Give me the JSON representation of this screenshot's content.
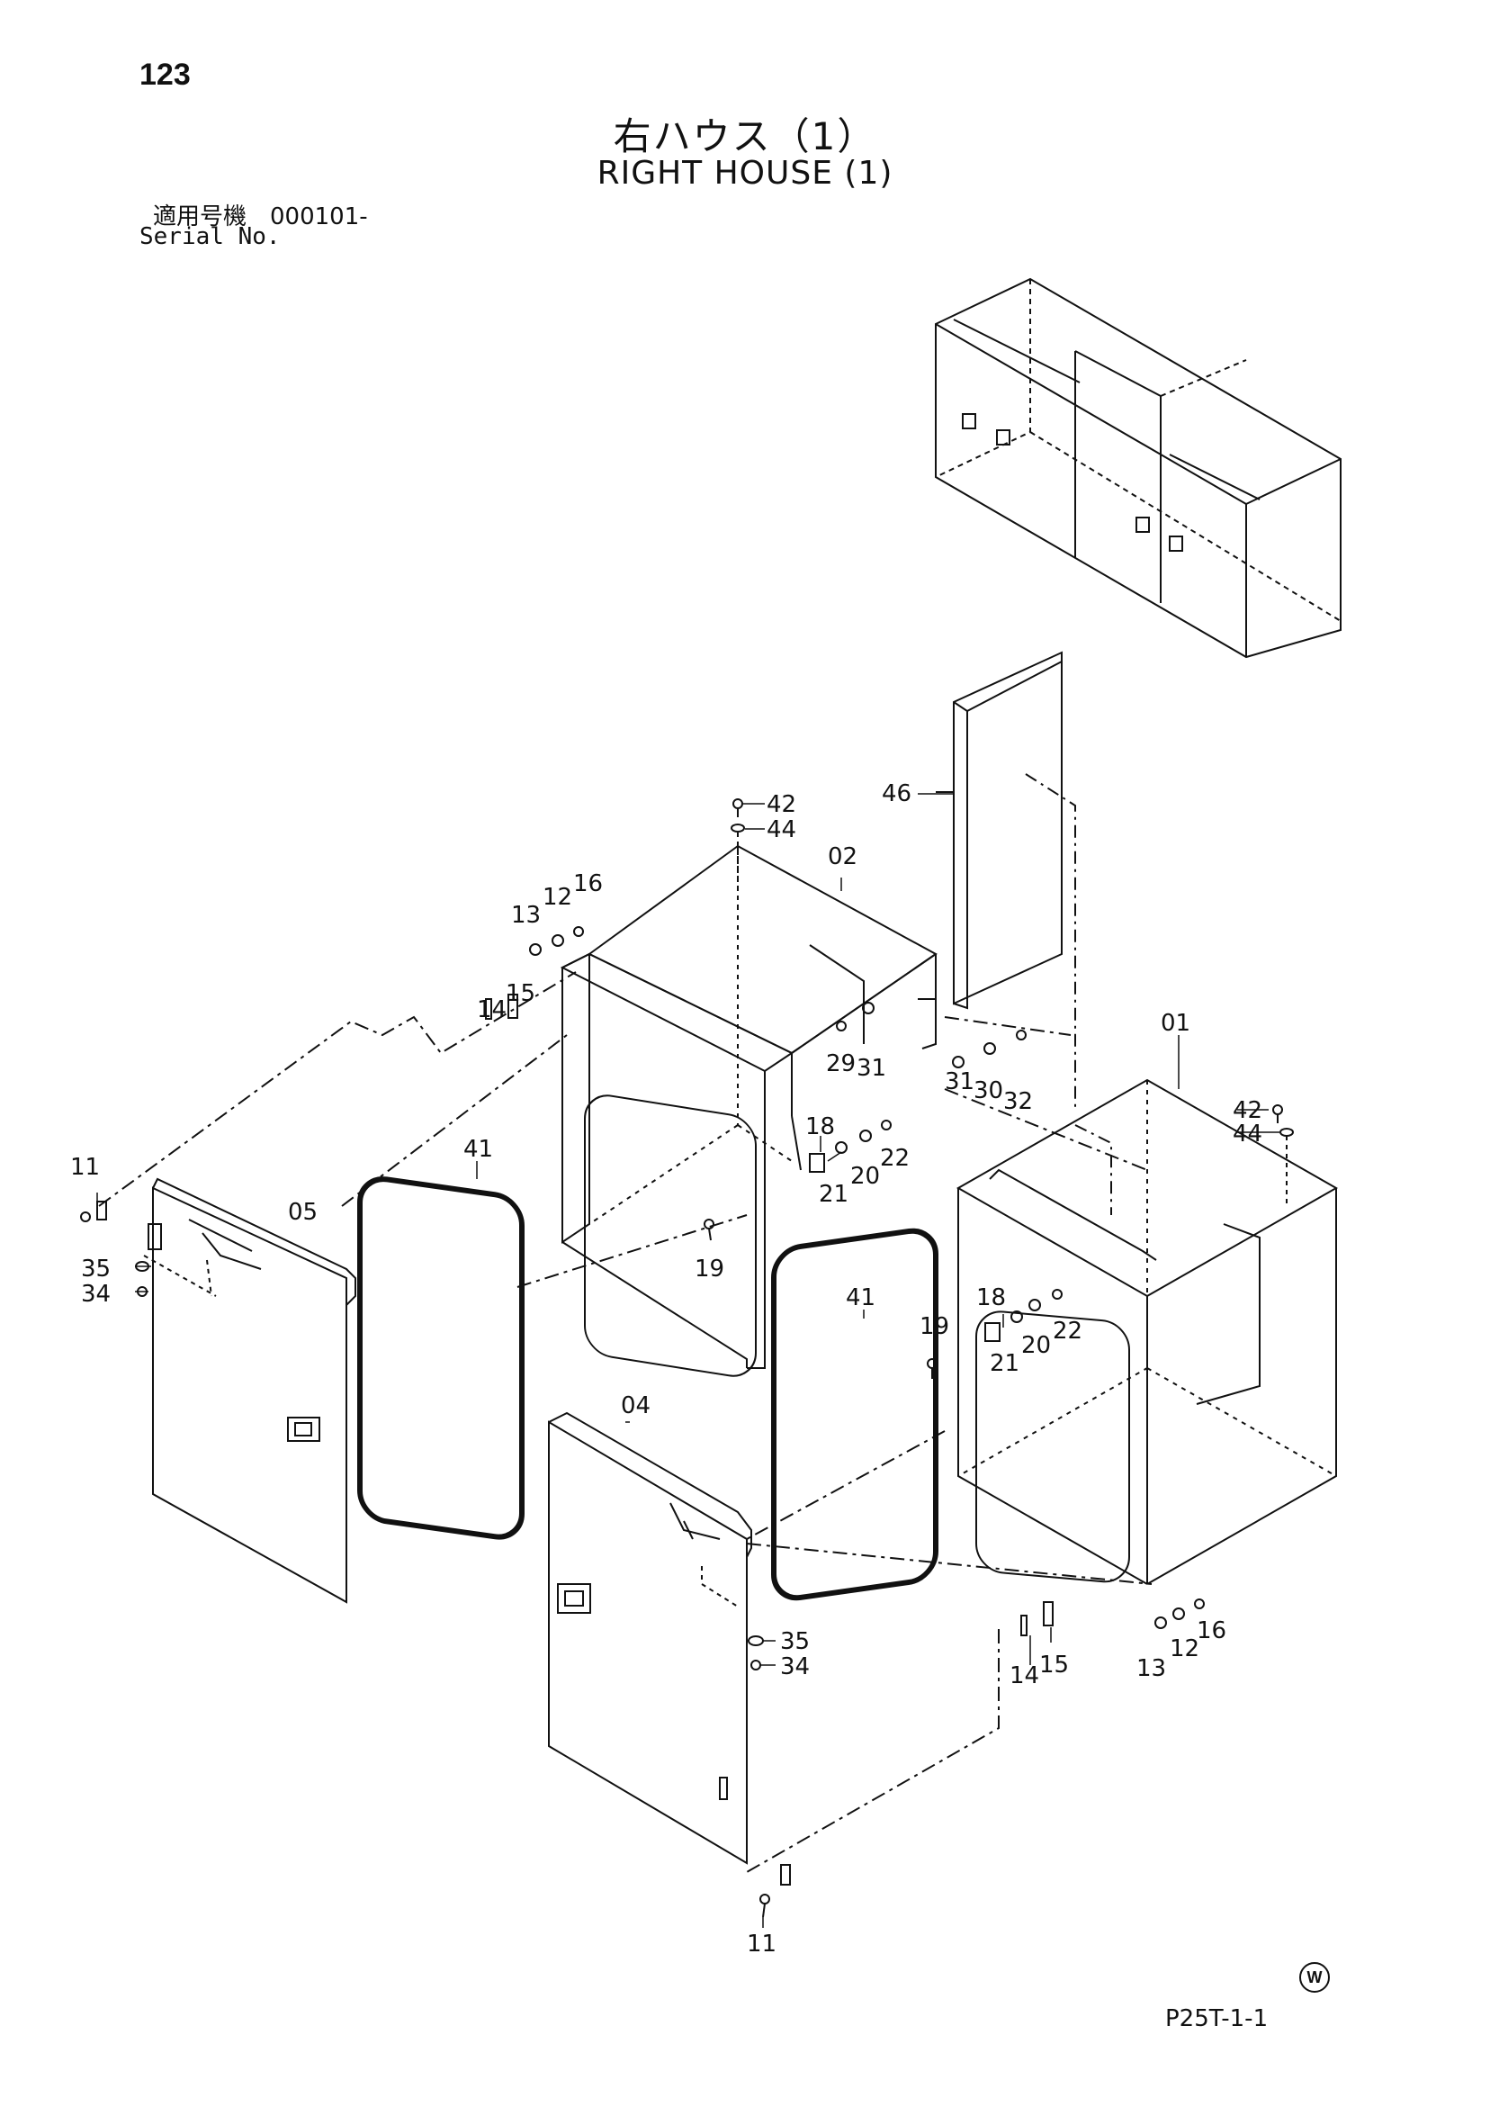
{
  "header": {
    "page_number": "123",
    "title_jp": "右ハウス（1）",
    "title_en": "RIGHT HOUSE (1)",
    "serial_jp": "適用号機　000101-",
    "serial_en": "Serial No."
  },
  "callouts": [
    "01",
    "02",
    "04",
    "05",
    "11",
    "12",
    "13",
    "14",
    "15",
    "16",
    "18",
    "19",
    "20",
    "21",
    "22",
    "29",
    "30",
    "31",
    "32",
    "34",
    "35",
    "41",
    "42",
    "44",
    "46"
  ],
  "footer": {
    "mark": "W",
    "code": "P25T-1-1"
  }
}
